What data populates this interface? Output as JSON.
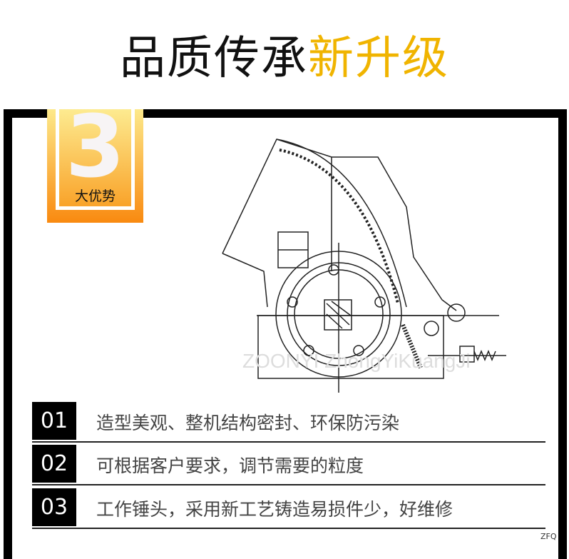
{
  "title": {
    "main": "品质传承",
    "highlight": "新升级",
    "highlight_color": "#f0b400"
  },
  "badge": {
    "number": "3",
    "label": "大优势"
  },
  "diagram": {
    "watermark": "ZOONYI ZhongYiKuangJi"
  },
  "features": [
    {
      "number": "01",
      "text": "造型美观、整机结构密封、环保防污染"
    },
    {
      "number": "02",
      "text": "可根据客户要求，调节需要的粒度"
    },
    {
      "number": "03",
      "text": "工作锤头，采用新工艺铸造易损件少，好维修"
    }
  ],
  "code": "ZFQ"
}
